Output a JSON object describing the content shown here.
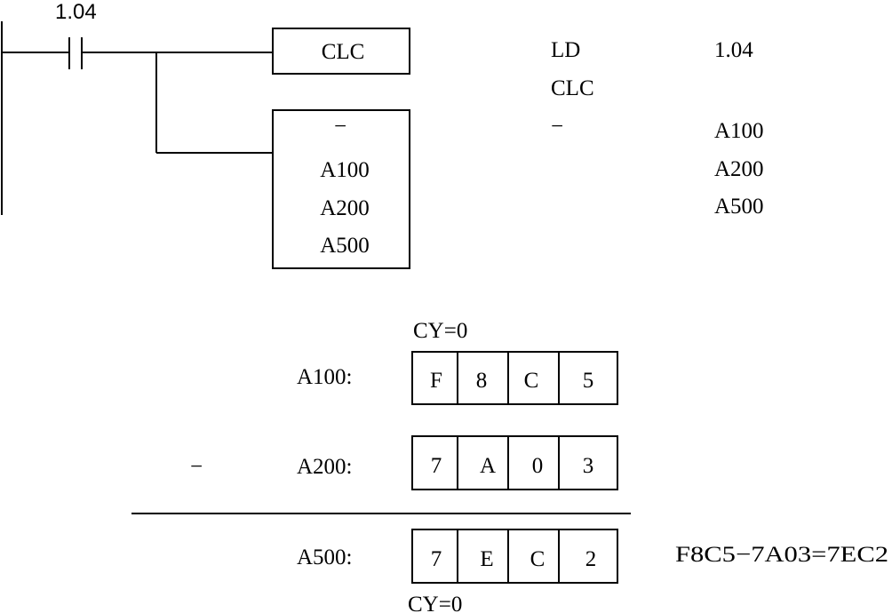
{
  "ladder": {
    "contact_label": "1.04",
    "clc_box": "CLC",
    "sub_box": {
      "op": "−",
      "operands": [
        "A100",
        "A200",
        "A500"
      ]
    }
  },
  "mnemonic": {
    "rows": [
      {
        "instr": "LD",
        "arg": "1.04"
      },
      {
        "instr": "CLC",
        "arg": ""
      },
      {
        "instr": "−",
        "arg": "A100"
      },
      {
        "instr": "",
        "arg": "A200"
      },
      {
        "instr": "",
        "arg": "A500"
      }
    ]
  },
  "calc": {
    "cy_top": "CY=0",
    "minus_sign": "−",
    "rows": [
      {
        "label": "A100:",
        "digits": [
          "F",
          "8",
          "C",
          "5"
        ]
      },
      {
        "label": "A200:",
        "digits": [
          "7",
          "A",
          "0",
          "3"
        ]
      },
      {
        "label": "A500:",
        "digits": [
          "7",
          "E",
          "C",
          "2"
        ]
      }
    ],
    "cy_bottom": "CY=0",
    "equation": "F8C5−7A03=7EC2"
  }
}
